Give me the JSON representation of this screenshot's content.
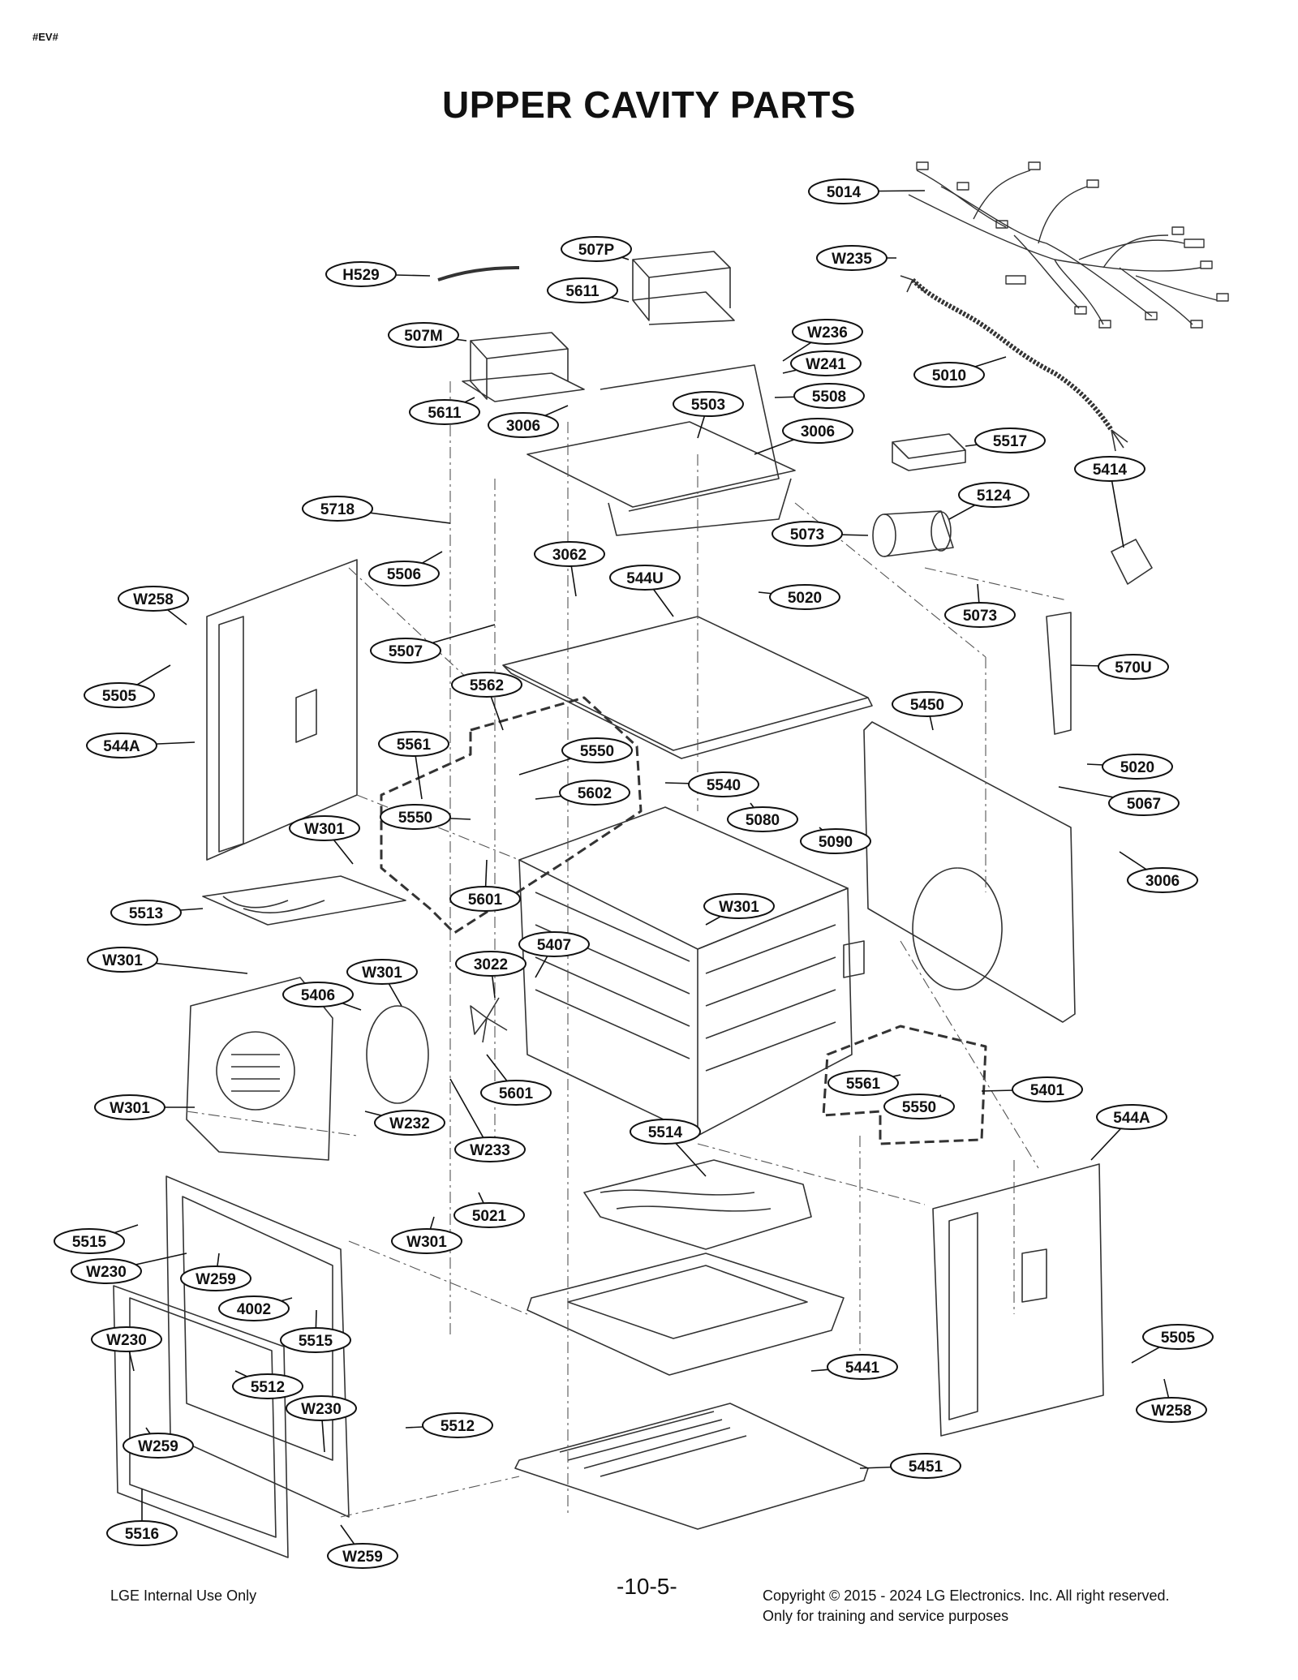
{
  "corner_tag": "#EV#",
  "title": "UPPER CAVITY PARTS",
  "callouts": [
    "5014",
    "W235",
    "5010",
    "507P",
    "H529",
    "5611",
    "507M",
    "W236",
    "W241",
    "5508",
    "5611",
    "3006",
    "5503",
    "3006",
    "5517",
    "5414",
    "5718",
    "5124",
    "5073",
    "5506",
    "3062",
    "544U",
    "5020",
    "5073",
    "W258",
    "5507",
    "570U",
    "5505",
    "5562",
    "5450",
    "544A",
    "5561",
    "5550",
    "5602",
    "5540",
    "5020",
    "5067",
    "W301",
    "5550",
    "5080",
    "5090",
    "3006",
    "5513",
    "5601",
    "W301",
    "W301",
    "5406",
    "5407",
    "3022",
    "W301",
    "W232",
    "5601",
    "5561",
    "5401",
    "W301",
    "5550",
    "544A",
    "W233",
    "5514",
    "5515",
    "5021",
    "W230",
    "W301",
    "W259",
    "4002",
    "5515",
    "W230",
    "5505",
    "5512",
    "5441",
    "W230",
    "W258",
    "5512",
    "W259",
    "5451",
    "5516",
    "W259"
  ],
  "footer": {
    "left": "LGE Internal Use Only",
    "page": "-10-5-",
    "copyright": "Copyright © 2015 - 2024 LG Electronics. Inc. All right reserved.",
    "purpose": "Only for training and service purposes"
  }
}
